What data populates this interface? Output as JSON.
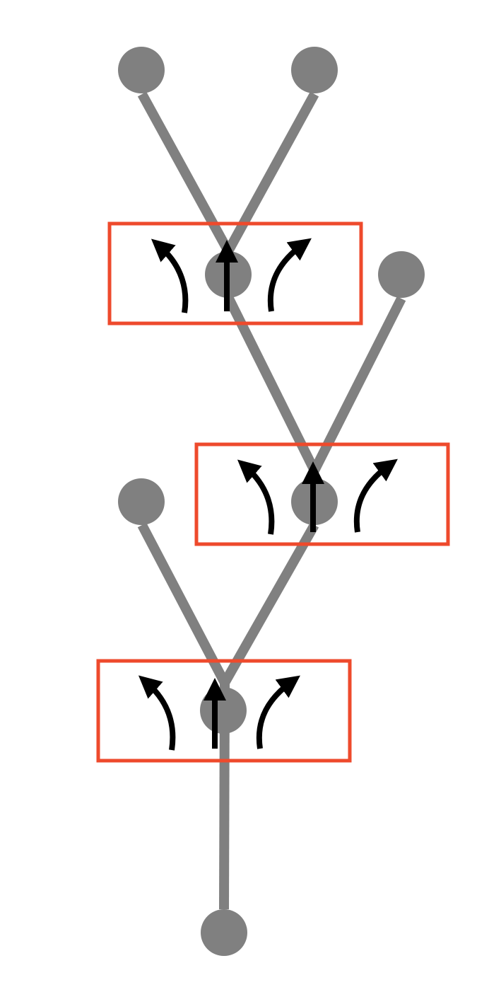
{
  "colors": {
    "background": "#ffffff",
    "node": "#808080",
    "edge": "#808080",
    "junction_box": "#ee4a2c",
    "arrow": "#000000"
  },
  "diagram": {
    "type": "branching-tree",
    "node_count": 7,
    "junctions": [
      {
        "id": "junction-lower",
        "directions": [
          "turn-left",
          "straight",
          "turn-right"
        ]
      },
      {
        "id": "junction-middle",
        "directions": [
          "turn-left",
          "straight",
          "turn-right"
        ]
      },
      {
        "id": "junction-upper",
        "directions": [
          "turn-left",
          "straight",
          "turn-right"
        ]
      }
    ]
  }
}
